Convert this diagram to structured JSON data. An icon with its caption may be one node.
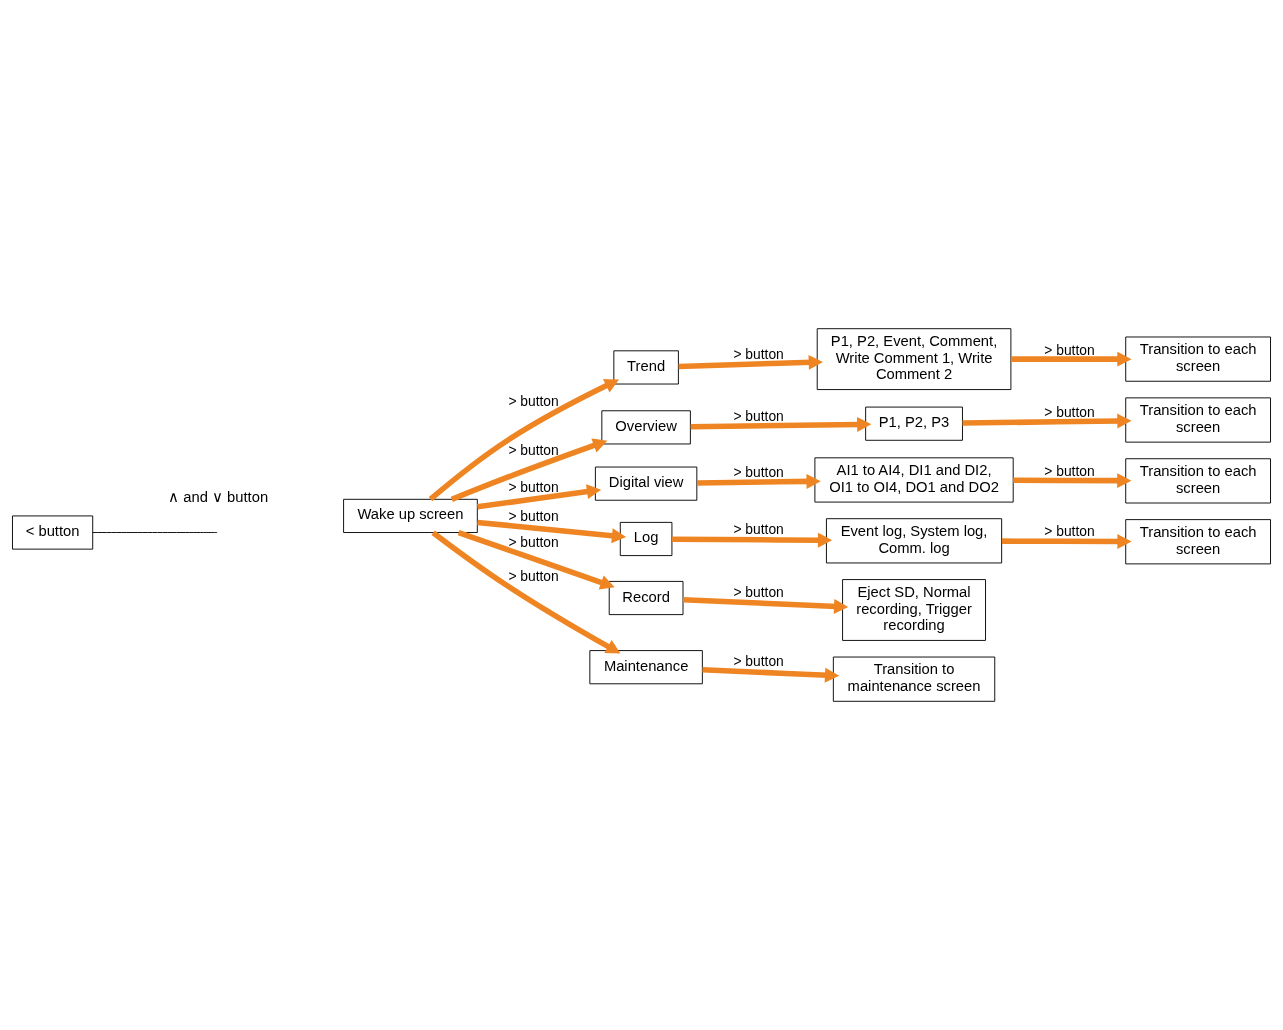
{
  "diagram": {
    "nodes": [
      {
        "text": [
          "Wake up screen"
        ]
      },
      {
        "text": [
          "< button"
        ]
      },
      {
        "text": [
          "Trend"
        ]
      },
      {
        "text": [
          "P1, P2, Event, Comment, Write Comment 1, Write Comment 2"
        ]
      },
      {
        "text": [
          "Transition to each screen"
        ]
      },
      {
        "text": [
          "Overview"
        ]
      },
      {
        "text": [
          "P1, P2, P3"
        ]
      },
      {
        "text": [
          "Transition to each screen"
        ]
      },
      {
        "text": [
          "Digital view"
        ]
      },
      {
        "text": [
          "AI1 to AI4, DI1 and DI2, OI1 to OI4, DO1 and DO2"
        ]
      },
      {
        "text": [
          "Transition to each screen"
        ]
      },
      {
        "text": [
          "Log"
        ]
      },
      {
        "text": [
          "Event log, System log, Comm. log"
        ]
      },
      {
        "text": [
          "Transition to each screen"
        ]
      },
      {
        "text": [
          "Record"
        ]
      },
      {
        "text": [
          "Eject SD, Normal recording, Trigger recording"
        ]
      },
      {
        "text": [
          "Maintenance"
        ]
      },
      {
        "text": [
          "Transition to maintenance screen"
        ]
      }
    ],
    "edges": [
      {
        "from": 1,
        "to": null,
        "arrow": "none",
        "color": "#000000"
      },
      {
        "from": 0,
        "to": 2,
        "arrow": "to",
        "label": "> button"
      },
      {
        "from": 2,
        "to": 3,
        "arrow": "to",
        "label": "> button"
      },
      {
        "from": 3,
        "to": 4,
        "arrow": "to",
        "label": "> button"
      },
      {
        "from": 0,
        "to": 5,
        "arrow": "to",
        "label": "> button"
      },
      {
        "from": 5,
        "to": 6,
        "arrow": "to",
        "label": "> button"
      },
      {
        "from": 6,
        "to": 7,
        "arrow": "to",
        "label": "> button"
      },
      {
        "from": 0,
        "to": 8,
        "arrow": "to",
        "label": "> button"
      },
      {
        "from": 8,
        "to": 9,
        "arrow": "to",
        "label": "> button"
      },
      {
        "from": 9,
        "to": 10,
        "arrow": "to",
        "label": "> button"
      },
      {
        "from": 0,
        "to": 11,
        "arrow": "to",
        "label": "> button"
      },
      {
        "from": 11,
        "to": 12,
        "arrow": "to",
        "label": "> button"
      },
      {
        "from": 12,
        "to": 13,
        "arrow": "to",
        "label": "> button"
      },
      {
        "from": 0,
        "to": 14,
        "arrow": "to",
        "label": "> button"
      },
      {
        "from": 14,
        "to": 15,
        "arrow": "to",
        "label": "> button"
      },
      {
        "from": 0,
        "to": 16,
        "arrow": "to",
        "label": "> button"
      },
      {
        "from": 16,
        "to": 17,
        "arrow": "to",
        "label": "> button"
      }
    ],
    "labels": [
      "∧ and ∨ button"
    ]
  }
}
